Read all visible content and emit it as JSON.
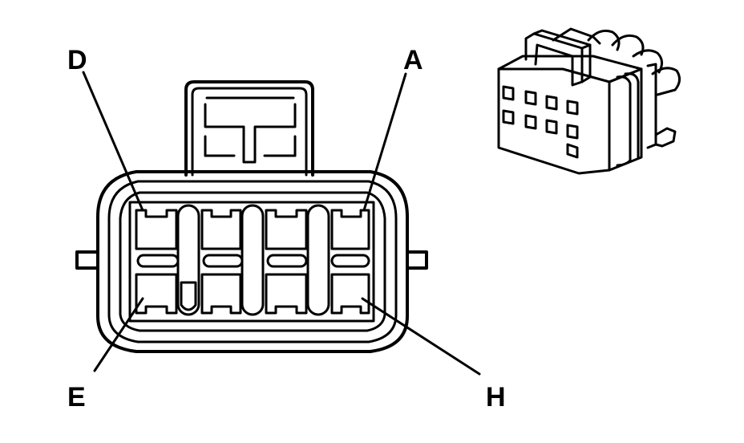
{
  "diagram": {
    "pin_labels": {
      "top_left": "D",
      "top_right": "A",
      "bottom_left": "E",
      "bottom_right": "H"
    },
    "cavity_layout": {
      "rows": 2,
      "columns": 4
    },
    "line_color": "#000000",
    "background_color": "#ffffff"
  }
}
